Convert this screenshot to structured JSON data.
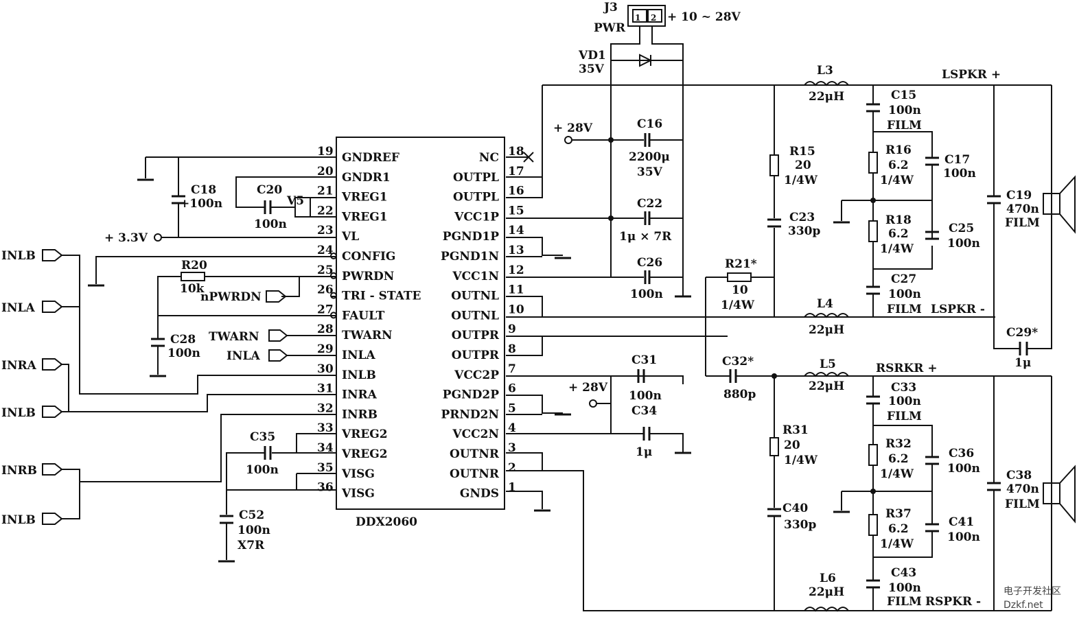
{
  "chip": {
    "name": "DDX2060",
    "left_pins": [
      {
        "num": "19",
        "name": "GNDREF"
      },
      {
        "num": "20",
        "name": "GNDR1"
      },
      {
        "num": "21",
        "name": "VREG1"
      },
      {
        "num": "22",
        "name": "VREG1"
      },
      {
        "num": "23",
        "name": "VL"
      },
      {
        "num": "24",
        "name": "CONFIG"
      },
      {
        "num": "25",
        "name": "PWRDN"
      },
      {
        "num": "26",
        "name": "TRI - STATE"
      },
      {
        "num": "27",
        "name": "FAULT"
      },
      {
        "num": "28",
        "name": "TWARN"
      },
      {
        "num": "29",
        "name": "INLA"
      },
      {
        "num": "30",
        "name": "INLB"
      },
      {
        "num": "31",
        "name": "INRA"
      },
      {
        "num": "32",
        "name": "INRB"
      },
      {
        "num": "33",
        "name": "VREG2"
      },
      {
        "num": "34",
        "name": "VREG2"
      },
      {
        "num": "35",
        "name": "VISG"
      },
      {
        "num": "36",
        "name": "VISG"
      }
    ],
    "right_pins": [
      {
        "num": "18",
        "name": "NC"
      },
      {
        "num": "17",
        "name": "OUTPL"
      },
      {
        "num": "16",
        "name": "OUTPL"
      },
      {
        "num": "15",
        "name": "VCC1P"
      },
      {
        "num": "14",
        "name": "PGND1P"
      },
      {
        "num": "13",
        "name": "PGND1N"
      },
      {
        "num": "12",
        "name": "VCC1N"
      },
      {
        "num": "11",
        "name": "OUTNL"
      },
      {
        "num": "10",
        "name": "OUTNL"
      },
      {
        "num": "9",
        "name": "OUTPR"
      },
      {
        "num": "8",
        "name": "OUTPR"
      },
      {
        "num": "7",
        "name": "VCC2P"
      },
      {
        "num": "6",
        "name": "PGND2P"
      },
      {
        "num": "5",
        "name": "PRND2N"
      },
      {
        "num": "4",
        "name": "VCC2N"
      },
      {
        "num": "3",
        "name": "OUTNR"
      },
      {
        "num": "2",
        "name": "OUTNR"
      },
      {
        "num": "1",
        "name": "GNDS"
      }
    ]
  },
  "labels": {
    "j3": "J3",
    "pwr": "PWR",
    "j3_pin1": "1",
    "j3_pin2": "2",
    "supply": "+ 10 ~ 28V",
    "vd1": "VD1",
    "vd1_v": "35V",
    "l3": "L3",
    "l3_v": "22μH",
    "lspkr_p": "LSPKR +",
    "c15": "C15",
    "c15_v": "100n",
    "c15_t": "FILM",
    "p28v_a": "+ 28V",
    "c16": "C16",
    "c16_v": "2200μ",
    "c16_v2": "35V",
    "r15": "R15",
    "r15_v": "20",
    "r15_w": "1/4W",
    "r16": "R16",
    "r16_v": "6.2",
    "r16_w": "1/4W",
    "c17": "C17",
    "c17_v": "100n",
    "c18": "C18",
    "c18_v": "+100n",
    "c20": "C20",
    "c20_v": "100n",
    "v5": "V5",
    "p33v": "+ 3.3V",
    "c22": "C22",
    "c22_v": "1μ × 7R",
    "c23": "C23",
    "c23_v": "330p",
    "c19": "C19",
    "c19_v": "470n",
    "c19_t": "FILM",
    "r18": "R18",
    "r18_v": "6.2",
    "r18_w": "1/4W",
    "c25": "C25",
    "c25_v": "100n",
    "r20": "R20",
    "r20_v": "10k",
    "c26": "C26",
    "c26_v": "100n",
    "r21": "R21*",
    "r21_v": "10",
    "r21_w": "1/4W",
    "npwrdn": "nPWRDN",
    "c27": "C27",
    "c27_v": "100n",
    "c27_t": "FILM",
    "lspkr_n": "LSPKR -",
    "inlb1": "INLB",
    "inla1": "INLA",
    "inra": "INRA",
    "inlb2": "INLB",
    "inrb": "INRB",
    "inlb3": "INLB",
    "twarn": "TWARN",
    "inla2": "INLA",
    "l4": "L4",
    "l4_v": "22μH",
    "c29": "C29*",
    "c29_v": "1μ",
    "c28": "C28",
    "c28_v": "100n",
    "c31": "C31",
    "c31_v": "100n",
    "c32": "C32*",
    "c32_v": "880p",
    "l5": "L5",
    "l5_v": "22μH",
    "rsrkr_p": "RSRKR +",
    "c33": "C33",
    "c33_v": "100n",
    "c33_t": "FILM",
    "p28v_b": "+ 28V",
    "c34": "C34",
    "c34_v": "1μ",
    "c35": "C35",
    "c35_v": "100n",
    "r31": "R31",
    "r31_v": "20",
    "r31_w": "1/4W",
    "r32": "R32",
    "r32_v": "6.2",
    "r32_w": "1/4W",
    "c36": "C36",
    "c36_v": "100n",
    "c38": "C38",
    "c38_v": "470n",
    "c38_t": "FILM",
    "c40": "C40",
    "c40_v": "330p",
    "r37": "R37",
    "r37_v": "6.2",
    "r37_w": "1/4W",
    "c41": "C41",
    "c41_v": "100n",
    "c52": "C52",
    "c52_v": "100n",
    "c52_t": "X7R",
    "l6": "L6",
    "l6_v": "22μH",
    "c43": "C43",
    "c43_v": "100n",
    "c43_t": "FILM",
    "rspkr_n": "RSPKR -",
    "nc_x": "×",
    "watermark_1": "电子开发社区",
    "watermark_2": "Dzkf.net"
  }
}
